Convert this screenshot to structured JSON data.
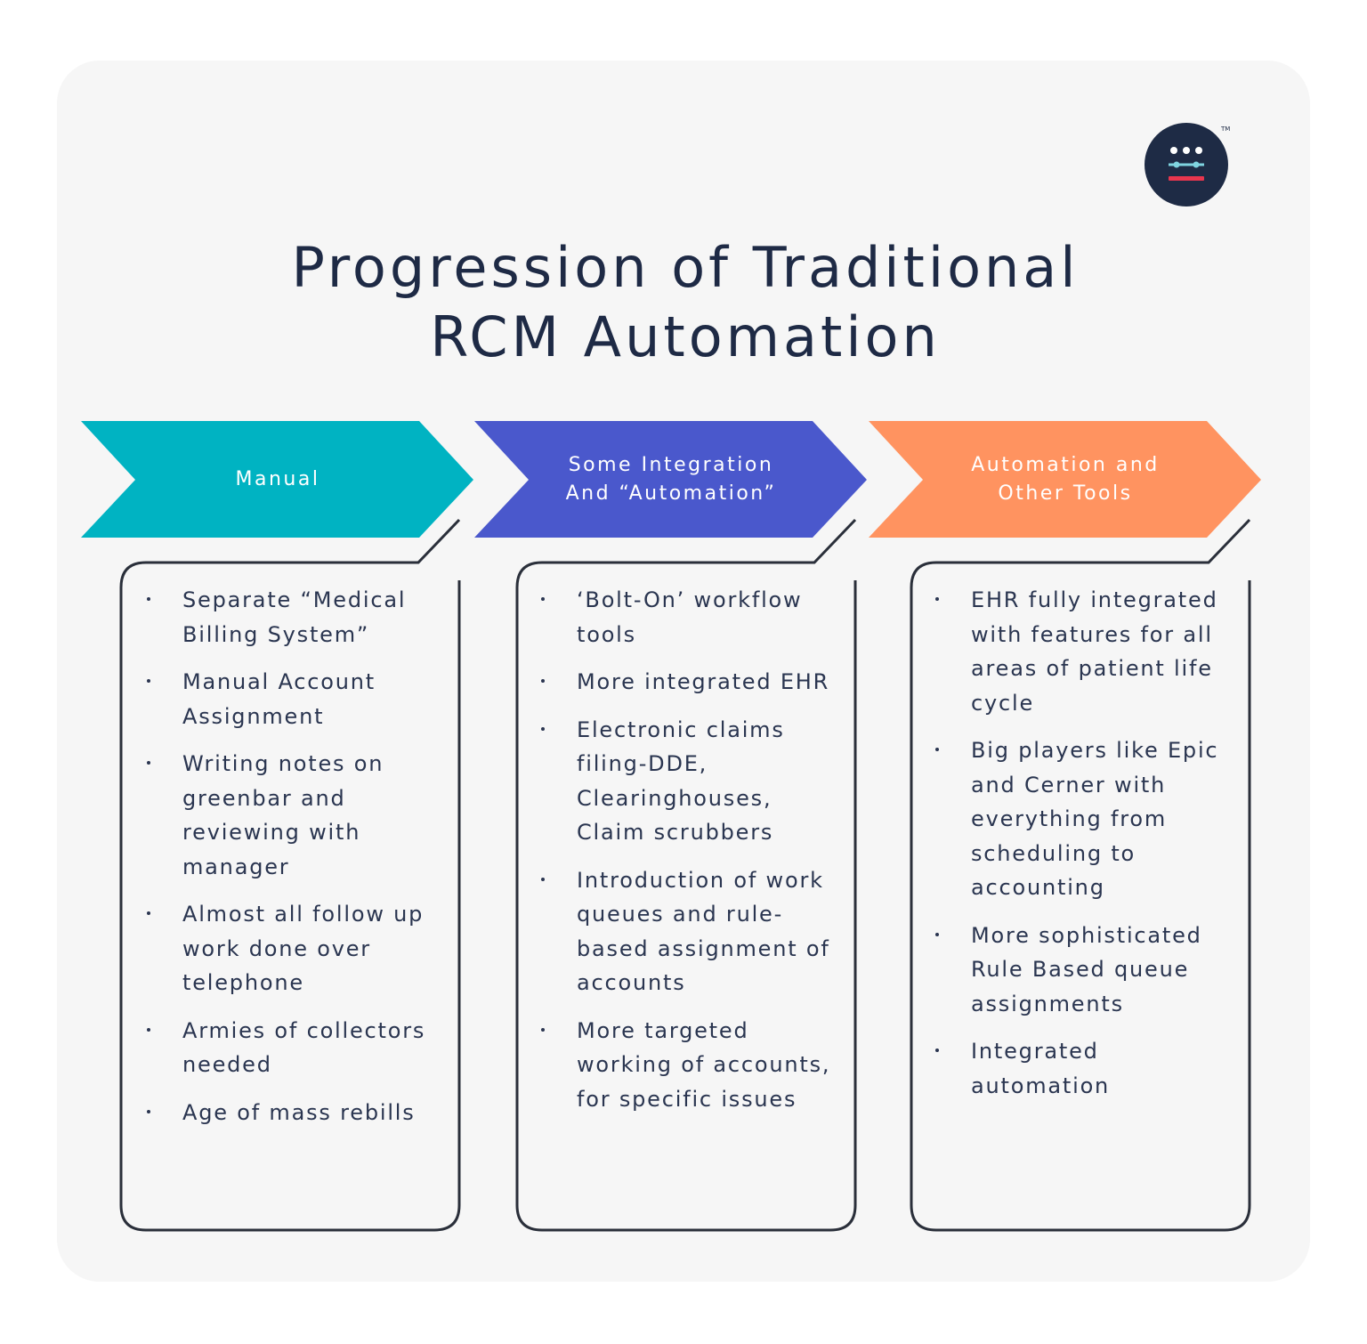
{
  "title": {
    "line1": "Progression of Traditional",
    "line2": "RCM Automation"
  },
  "logo": {
    "icon": "chat-bubble-face-icon",
    "trademark": "TM",
    "colors": {
      "background": "#1e2b45",
      "dots": "#ffffff",
      "line": "#7fd4e0",
      "bar": "#e8364e"
    }
  },
  "stages": [
    {
      "label_line1": "Manual",
      "label_line2": "",
      "color": "#00b3c2",
      "items": [
        "Separate “Medical Billing System”",
        "Manual Account Assignment",
        "Writing notes on greenbar and reviewing with manager",
        "Almost all follow up work done over telephone",
        "Armies of collectors needed",
        "Age of mass rebills"
      ]
    },
    {
      "label_line1": "Some Integration",
      "label_line2": "And “Automation”",
      "color": "#4a58cc",
      "items": [
        "‘Bolt-On’ workflow tools",
        "More integrated EHR",
        "Electronic claims filing-DDE, Clearinghouses, Claim scrubbers",
        "Introduction of work queues and rule-based assignment of accounts",
        "More targeted working of accounts, for specific issues"
      ]
    },
    {
      "label_line1": "Automation and",
      "label_line2": "Other Tools",
      "color": "#ff9360",
      "items": [
        "EHR fully integrated with features for all areas of patient life cycle",
        "Big players like Epic and Cerner with everything from scheduling to accounting",
        "More sophisticated Rule Based queue assignments",
        "Integrated automation"
      ]
    }
  ]
}
